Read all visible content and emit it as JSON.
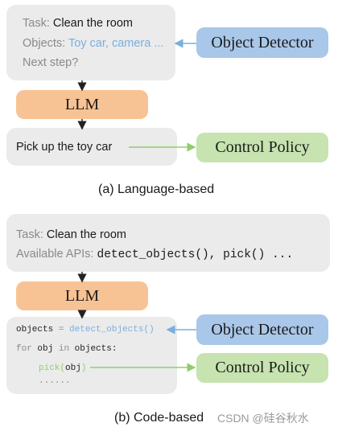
{
  "panel_a": {
    "task_label": "Task:",
    "task_value": "Clean the room",
    "objects_label": "Objects:",
    "objects_value": "Toy car, camera ...",
    "next_step": "Next step?",
    "llm": "LLM",
    "object_detector": "Object Detector",
    "output_text": "Pick up the toy car",
    "control_policy": "Control Policy",
    "caption": "(a) Language-based"
  },
  "panel_b": {
    "task_label": "Task:",
    "task_value": "Clean the room",
    "apis_label": "Available APIs:",
    "apis_value": "detect_objects(), pick() ...",
    "llm": "LLM",
    "code_line1_var": "objects",
    "code_line1_eq": "=",
    "code_line1_fn": "detect_objects()",
    "code_line2_for": "for",
    "code_line2_obj": "obj",
    "code_line2_in": "in",
    "code_line2_objects": "objects:",
    "code_line3_fn": "pick(",
    "code_line3_arg": "obj",
    "code_line3_close": ")",
    "code_line4": "......",
    "object_detector": "Object Detector",
    "control_policy": "Control Policy",
    "caption": "(b) Code-based"
  },
  "watermark": "CSDN @硅谷秋水",
  "colors": {
    "gray_box": "#ebebeb",
    "llm_orange": "#f8c394",
    "detector_blue": "#a9c7e8",
    "policy_green": "#c6e3b0",
    "blue_arrow": "#7aaee0",
    "green_arrow": "#8fcf6c"
  }
}
